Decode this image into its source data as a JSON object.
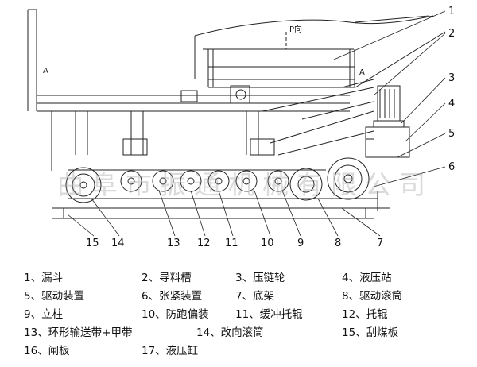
{
  "watermark": "曲阜市振通机械有限公司",
  "labels": {
    "section_a_left": "A",
    "section_a_right": "A",
    "load": "P向"
  },
  "callouts": [
    "1",
    "2",
    "3",
    "4",
    "5",
    "6",
    "7",
    "8",
    "9",
    "10",
    "11",
    "12",
    "13",
    "14",
    "15"
  ],
  "legend": [
    {
      "text": "1、漏斗"
    },
    {
      "text": "2、导料槽"
    },
    {
      "text": "3、压链轮"
    },
    {
      "text": "4、液压站"
    },
    {
      "text": "5、驱动装置"
    },
    {
      "text": "6、张紧装置"
    },
    {
      "text": "7、底架"
    },
    {
      "text": "8、驱动滚筒"
    },
    {
      "text": "9、立柱"
    },
    {
      "text": "10、防跑偏装"
    },
    {
      "text": "11、缓冲托辊"
    },
    {
      "text": "12、托辊"
    },
    {
      "text": "13、环形输送带+甲带"
    },
    {
      "text": "14、改向滚筒"
    },
    {
      "text": "15、刮煤板"
    },
    {
      "text": "16、闸板"
    },
    {
      "text": "17、液压缸"
    }
  ]
}
